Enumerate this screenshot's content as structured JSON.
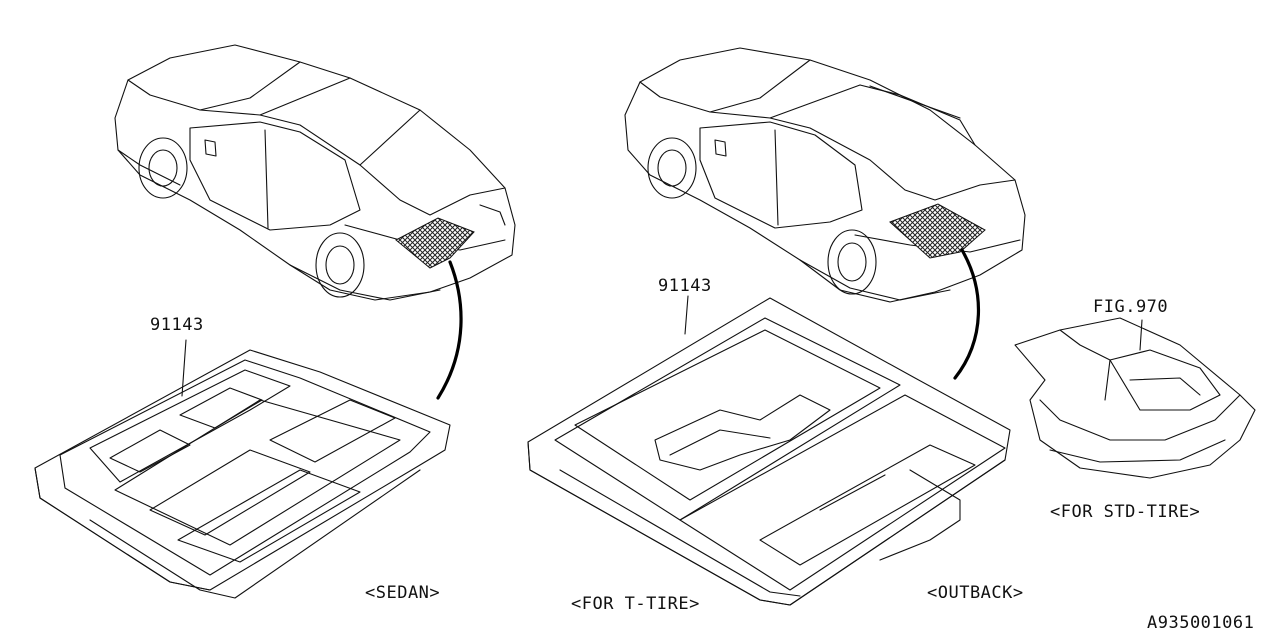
{
  "labels": {
    "part_left": "91143",
    "part_center": "91143",
    "fig_ref": "FIG.970",
    "sedan": "<SEDAN>",
    "t_tire": "<FOR T-TIRE>",
    "outback": "<OUTBACK>",
    "std_tire": "<FOR STD-TIRE>",
    "diagram_id": "A935001061"
  }
}
